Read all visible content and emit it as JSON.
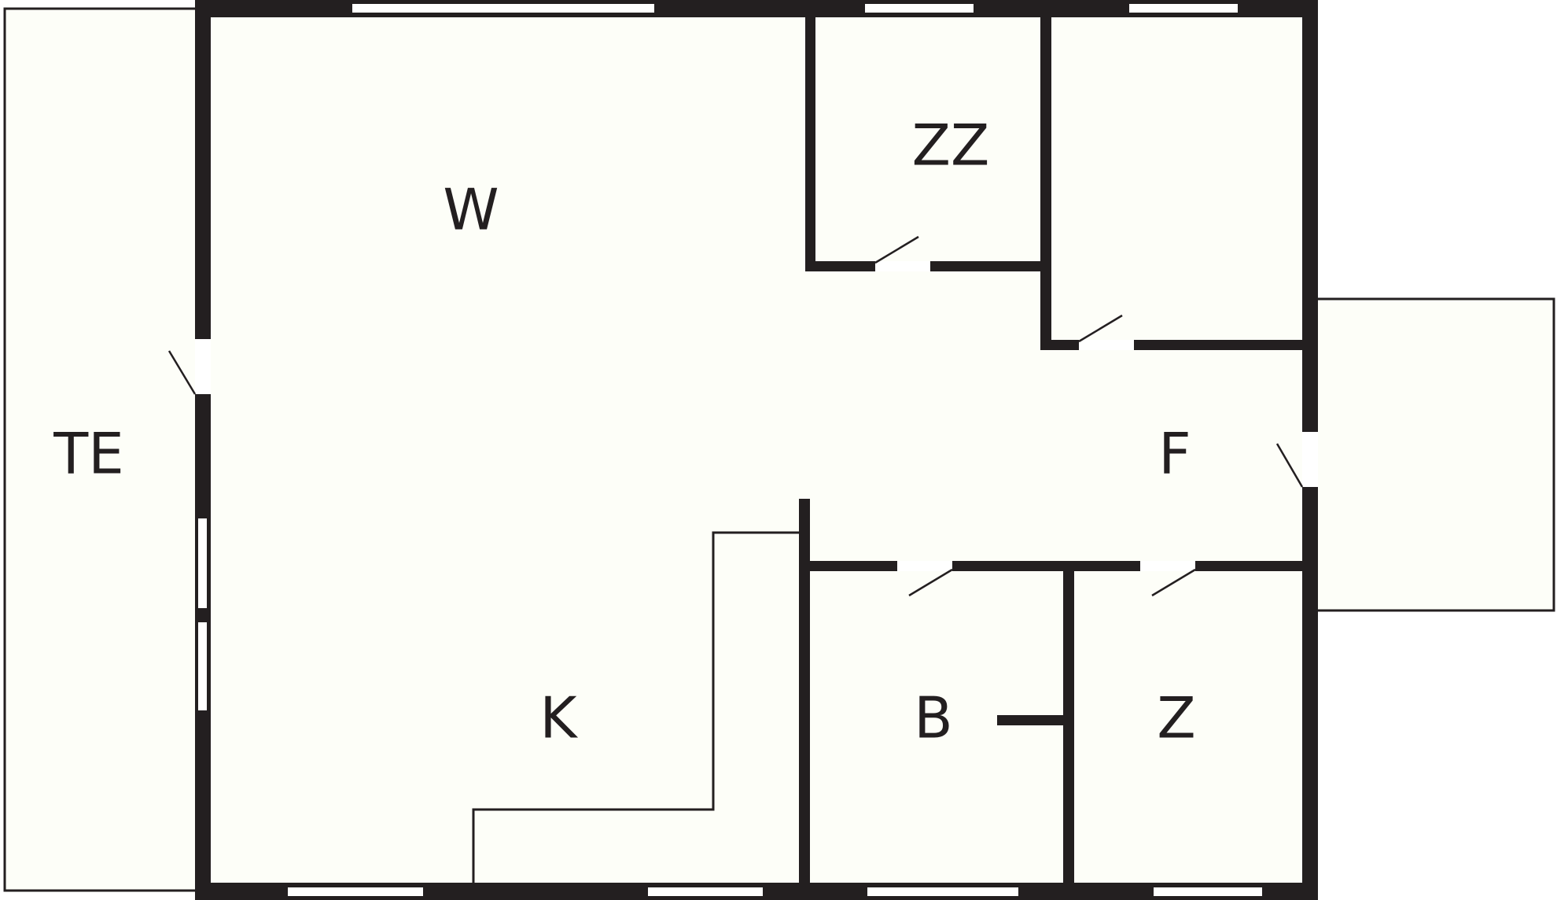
{
  "floor_plan": {
    "rooms": {
      "terrace": "TE",
      "living": "W",
      "sleeping_large": "ZZ",
      "hall": "F",
      "kitchen": "K",
      "bathroom": "B",
      "sleeping_small": "Z"
    },
    "colors": {
      "wall": "#231f20",
      "floor": "#fdfef8",
      "background": "#ffffff"
    }
  }
}
